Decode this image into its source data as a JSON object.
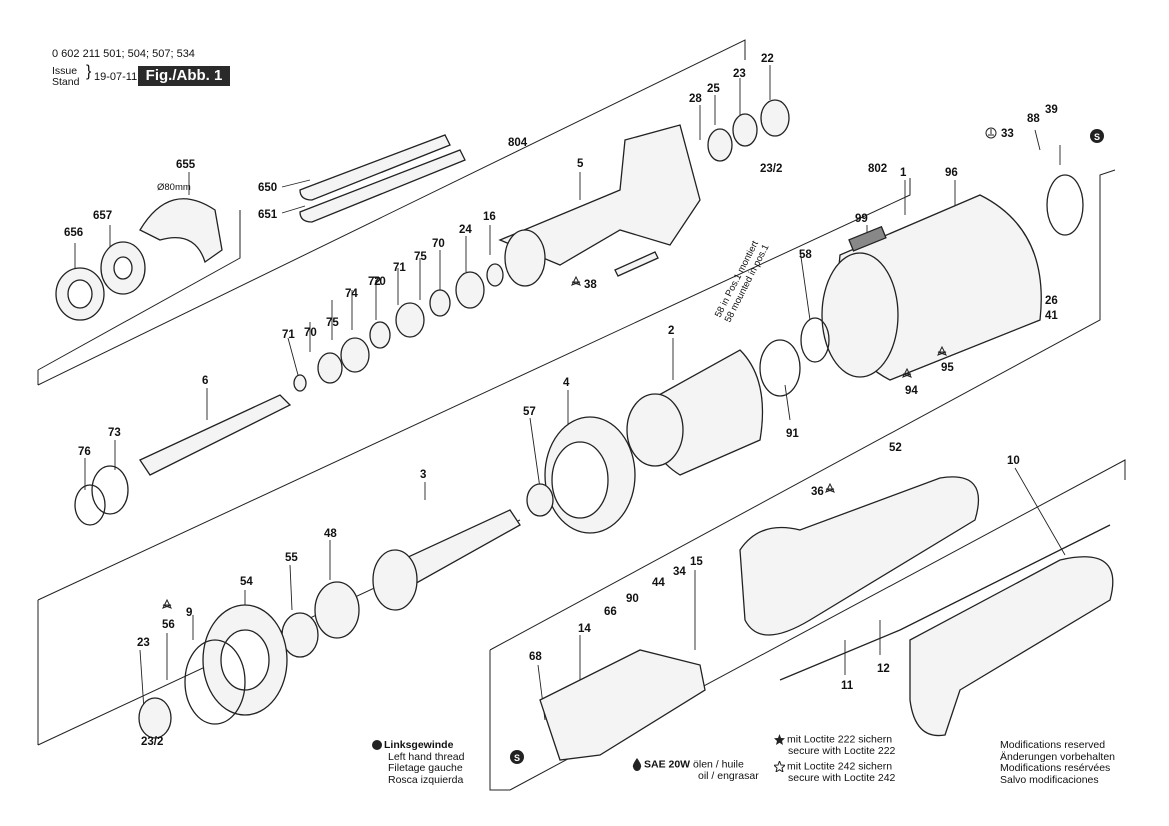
{
  "header": {
    "part_numbers": "0 602 211 501; 504; 507; 534",
    "issue_label": "Issue",
    "stand_label": "Stand",
    "date": "19-07-11",
    "figure": "Fig./Abb. 1"
  },
  "part_labels": [
    "655",
    "657",
    "656",
    "650",
    "651",
    "804",
    "5",
    "28",
    "25",
    "23",
    "22",
    "23/2",
    "16",
    "24",
    "70",
    "75",
    "71",
    "72",
    "74",
    "75",
    "70",
    "71",
    "70",
    "38",
    "6",
    "73",
    "76",
    "802",
    "1",
    "96",
    "99",
    "58",
    "26",
    "41",
    "33",
    "88",
    "39",
    "2",
    "4",
    "57",
    "91",
    "95",
    "94",
    "3",
    "48",
    "55",
    "54",
    "56",
    "9",
    "23",
    "23/2",
    "52",
    "10",
    "36",
    "66",
    "90",
    "15",
    "44",
    "34",
    "14",
    "68",
    "11",
    "12"
  ],
  "rotated_note": [
    "58 in Pos.1 montiert",
    "58 mounted in pos.1"
  ],
  "diameter_label": "Ø80mm",
  "legend_left_thread": [
    "Linksgewinde",
    "Left hand thread",
    "Filetage gauche",
    "Rosca izquierda"
  ],
  "legend_oil": {
    "title": "SAE 20W",
    "line1": " ölen / huile",
    "line2": "oil / engrasar"
  },
  "legend_loctite222": [
    "mit Loctite 222 sichern",
    "secure with Loctite 222"
  ],
  "legend_loctite242": [
    "mit Loctite 242 sichern",
    "secure with Loctite 242"
  ],
  "modifications": [
    "Modifications reserved",
    "Änderungen vorbehalten",
    "Modifications resérvées",
    "Salvo modificaciones"
  ],
  "s_marker": "S"
}
